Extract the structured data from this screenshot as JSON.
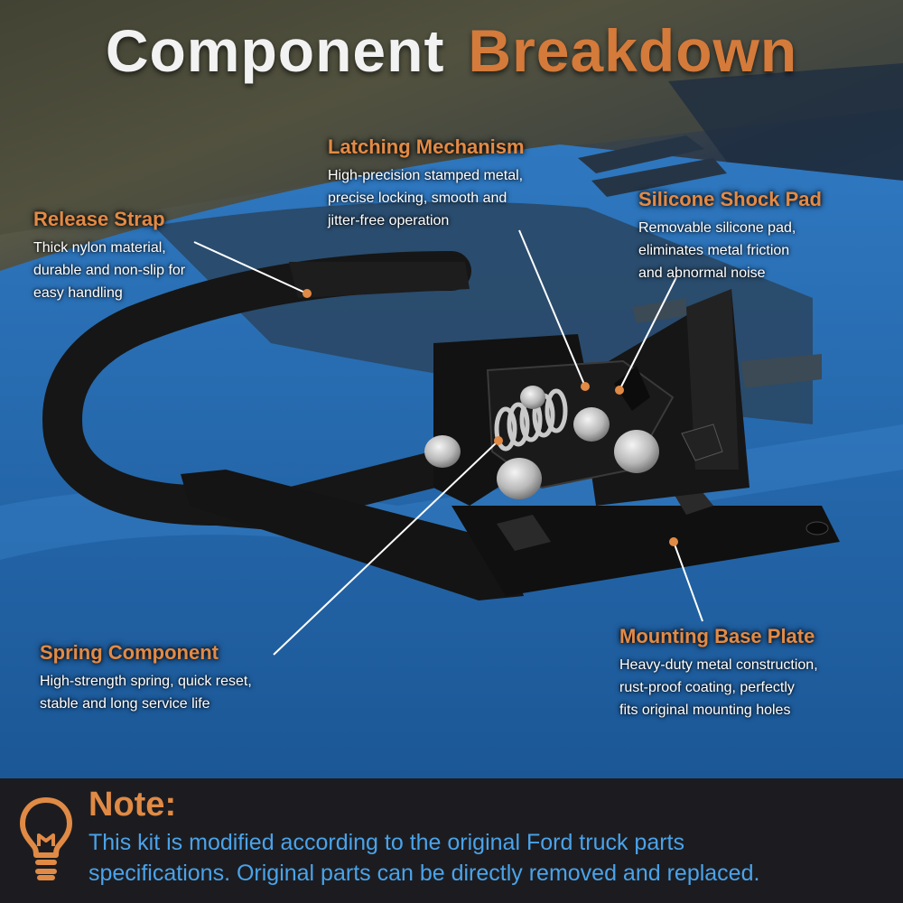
{
  "title": {
    "word1": "Component",
    "word2": "Breakdown"
  },
  "callouts": [
    {
      "id": "latch",
      "title": "Latching Mechanism",
      "lines": [
        "High-precision stamped metal,",
        "precise locking, smooth and",
        "jitter-free operation"
      ]
    },
    {
      "id": "pad",
      "title": "Silicone Shock Pad",
      "lines": [
        "Removable silicone pad,",
        "eliminates metal friction",
        "and abnormal noise"
      ]
    },
    {
      "id": "strap",
      "title": "Release Strap",
      "lines": [
        "Thick nylon material,",
        "durable and non-slip for",
        "easy handling"
      ]
    },
    {
      "id": "spring",
      "title": "Spring Component",
      "lines": [
        "High-strength spring, quick reset,",
        "stable and long service life"
      ]
    },
    {
      "id": "base",
      "title": "Mounting Base Plate",
      "lines": [
        "Heavy-duty metal construction,",
        "rust-proof coating, perfectly",
        "fits original mounting holes"
      ]
    }
  ],
  "note": {
    "title": "Note:",
    "lines": [
      "This kit is modified according to the original Ford truck parts",
      "specifications. Original parts can be directly removed and replaced."
    ],
    "icon": "lightbulb-icon"
  },
  "colors": {
    "accent": "#e08a45",
    "note_text": "#4aa3ea",
    "note_bg": "#1c1c20"
  }
}
